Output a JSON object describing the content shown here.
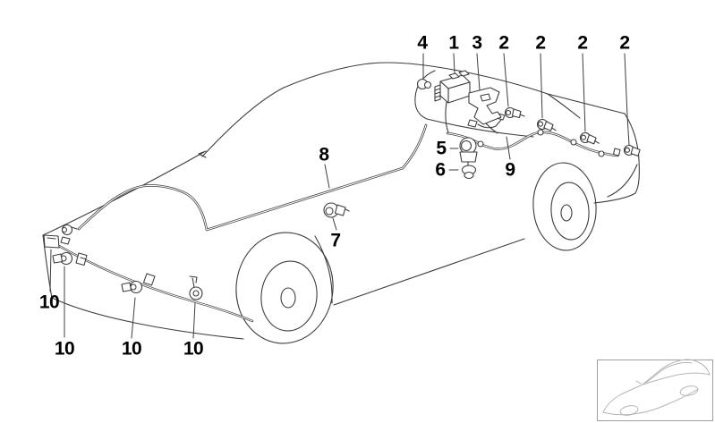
{
  "figure": {
    "type": "vehicle-parts-diagram",
    "callouts": [
      {
        "part": "4",
        "label": "4"
      },
      {
        "part": "1",
        "label": "1"
      },
      {
        "part": "3",
        "label": "3"
      },
      {
        "part": "2",
        "label": "2"
      },
      {
        "part": "2",
        "label": "2"
      },
      {
        "part": "2",
        "label": "2"
      },
      {
        "part": "2",
        "label": "2"
      },
      {
        "part": "8",
        "label": "8"
      },
      {
        "part": "5",
        "label": "5"
      },
      {
        "part": "6",
        "label": "6"
      },
      {
        "part": "9",
        "label": "9"
      },
      {
        "part": "7",
        "label": "7"
      },
      {
        "part": "10",
        "label": "10"
      },
      {
        "part": "10",
        "label": "10"
      },
      {
        "part": "10",
        "label": "10"
      },
      {
        "part": "10",
        "label": "10"
      }
    ],
    "colors": {
      "background": "#ffffff",
      "line": "#3d3d3d",
      "label": "#000000",
      "inset_line": "#b5b5b5",
      "inset_border": "#a0a0a0"
    }
  }
}
